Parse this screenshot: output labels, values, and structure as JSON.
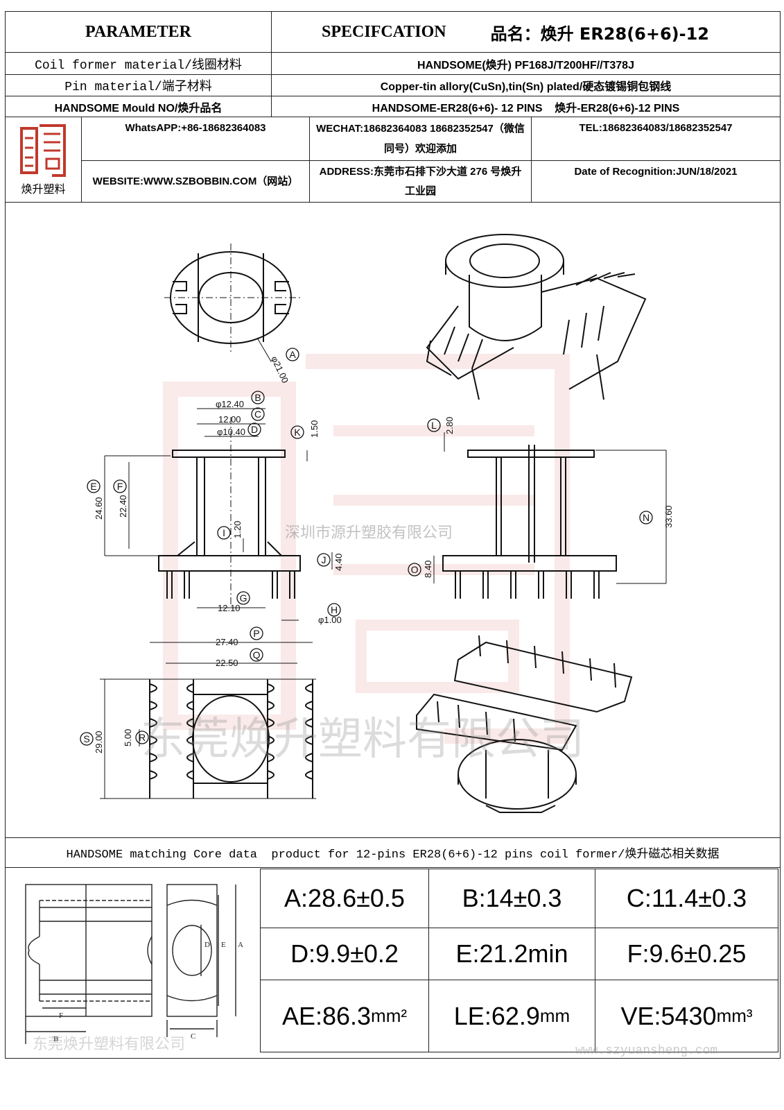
{
  "header": {
    "parameter": "PARAMETER",
    "specification": "SPECIFCATION",
    "product_label": "品名：焕升 ER28(6+6)-12"
  },
  "rows": [
    {
      "label": "Coil former material/线圈材料",
      "value": "HANDSOME(焕升)   PF168J/T200HF//T378J"
    },
    {
      "label": "Pin material/端子材料",
      "value": "Copper-tin allory(CuSn),tin(Sn) plated/硬态镀锡铜包钢线"
    },
    {
      "label": "HANDSOME Mould NO/焕升品名",
      "value": "HANDSOME-ER28(6+6)- 12 PINS    焕升-ER28(6+6)-12 PINS"
    }
  ],
  "logo": {
    "caption": "焕升塑料"
  },
  "contact": {
    "whatsapp": "WhatsAPP:+86-18682364083",
    "wechat": "WECHAT:18682364083 18682352547（微信同号）欢迎添加",
    "tel": "TEL:18682364083/18682352547",
    "website": "WEBSITE:WWW.SZBOBBIN.COM（网站）",
    "address": "ADDRESS:东莞市石排下沙大道 276 号焕升工业园",
    "date": "Date of Recognition:JUN/18/2021"
  },
  "drawing": {
    "dims": {
      "a": "φ21.00",
      "b": "φ12.40",
      "c": "12.00",
      "d": "φ10.40",
      "k": "1.50",
      "e": "24.60",
      "f": "22.40",
      "i": "1.20",
      "j": "4.40",
      "g": "12.10",
      "h": "φ1.00",
      "l": "2.80",
      "n": "33.60",
      "o": "8.40",
      "p": "27.40",
      "q": "22.50",
      "r": "5.00",
      "s": "29.00"
    },
    "tags": {
      "a": "A",
      "b": "B",
      "c": "C",
      "d": "D",
      "e": "E",
      "f": "F",
      "g": "G",
      "h": "H",
      "i": "I",
      "j": "J",
      "k": "K",
      "l": "L",
      "n": "N",
      "o": "O",
      "p": "P",
      "q": "Q",
      "r": "R",
      "s": "S"
    },
    "watermark_cn": "深圳市源升塑胶有限公司",
    "watermark_big": "东莞焕升塑料有限公司"
  },
  "core": {
    "title": "HANDSOME matching Core data  product for 12-pins ER28(6+6)-12 pins coil former/焕升磁芯相关数据",
    "diagram_labels": {
      "a": "A",
      "b": "B",
      "c": "C",
      "d": "D",
      "e": "E",
      "f": "F"
    },
    "values": [
      [
        "A:28.6±0.5",
        "B:14±0.3",
        "C:11.4±0.3"
      ],
      [
        "D:9.9±0.2",
        "E:21.2min",
        "F:9.6±0.25"
      ]
    ],
    "ae": "AE:86.3",
    "ae_unit": "mm²",
    "le": "LE:62.9",
    "le_unit": "mm",
    "ve": "VE:5430",
    "ve_unit": "mm³",
    "watermark": "东莞焕升塑料有限公司",
    "url": "www.szyuansheng.com"
  }
}
